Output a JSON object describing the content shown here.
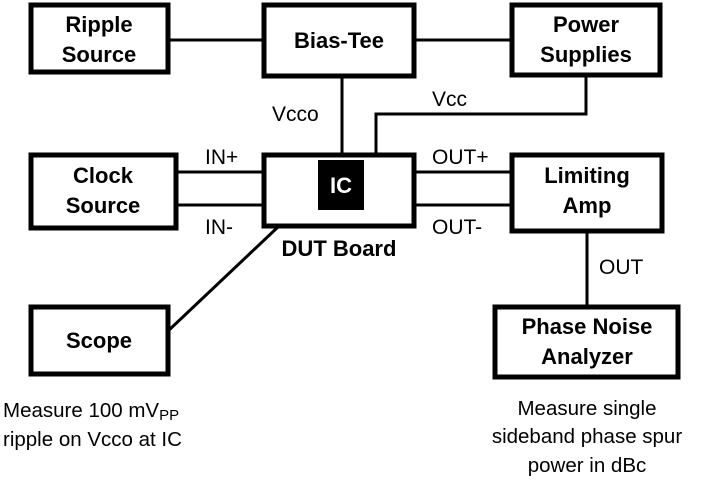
{
  "blocks": {
    "ripple_source": [
      "Ripple",
      "Source"
    ],
    "bias_tee": "Bias-Tee",
    "power_supplies": [
      "Power",
      "Supplies"
    ],
    "clock_source": [
      "Clock",
      "Source"
    ],
    "dut_board": "DUT Board",
    "ic": "IC",
    "limiting_amp": [
      "Limiting",
      "Amp"
    ],
    "scope": "Scope",
    "phase_noise_analyzer": [
      "Phase Noise",
      "Analyzer"
    ]
  },
  "signals": {
    "vcco": "Vcco",
    "vcc": "Vcc",
    "in_plus": "IN+",
    "in_minus": "IN-",
    "out_plus": "OUT+",
    "out_minus": "OUT-",
    "out": "OUT"
  },
  "notes": {
    "scope_line1_prefix": "Measure 100 mV",
    "scope_line1_subscript": "PP",
    "scope_line2": "ripple on Vcco at IC",
    "analyzer_lines": [
      "Measure single",
      "sideband phase spur",
      "power in dBc"
    ]
  }
}
